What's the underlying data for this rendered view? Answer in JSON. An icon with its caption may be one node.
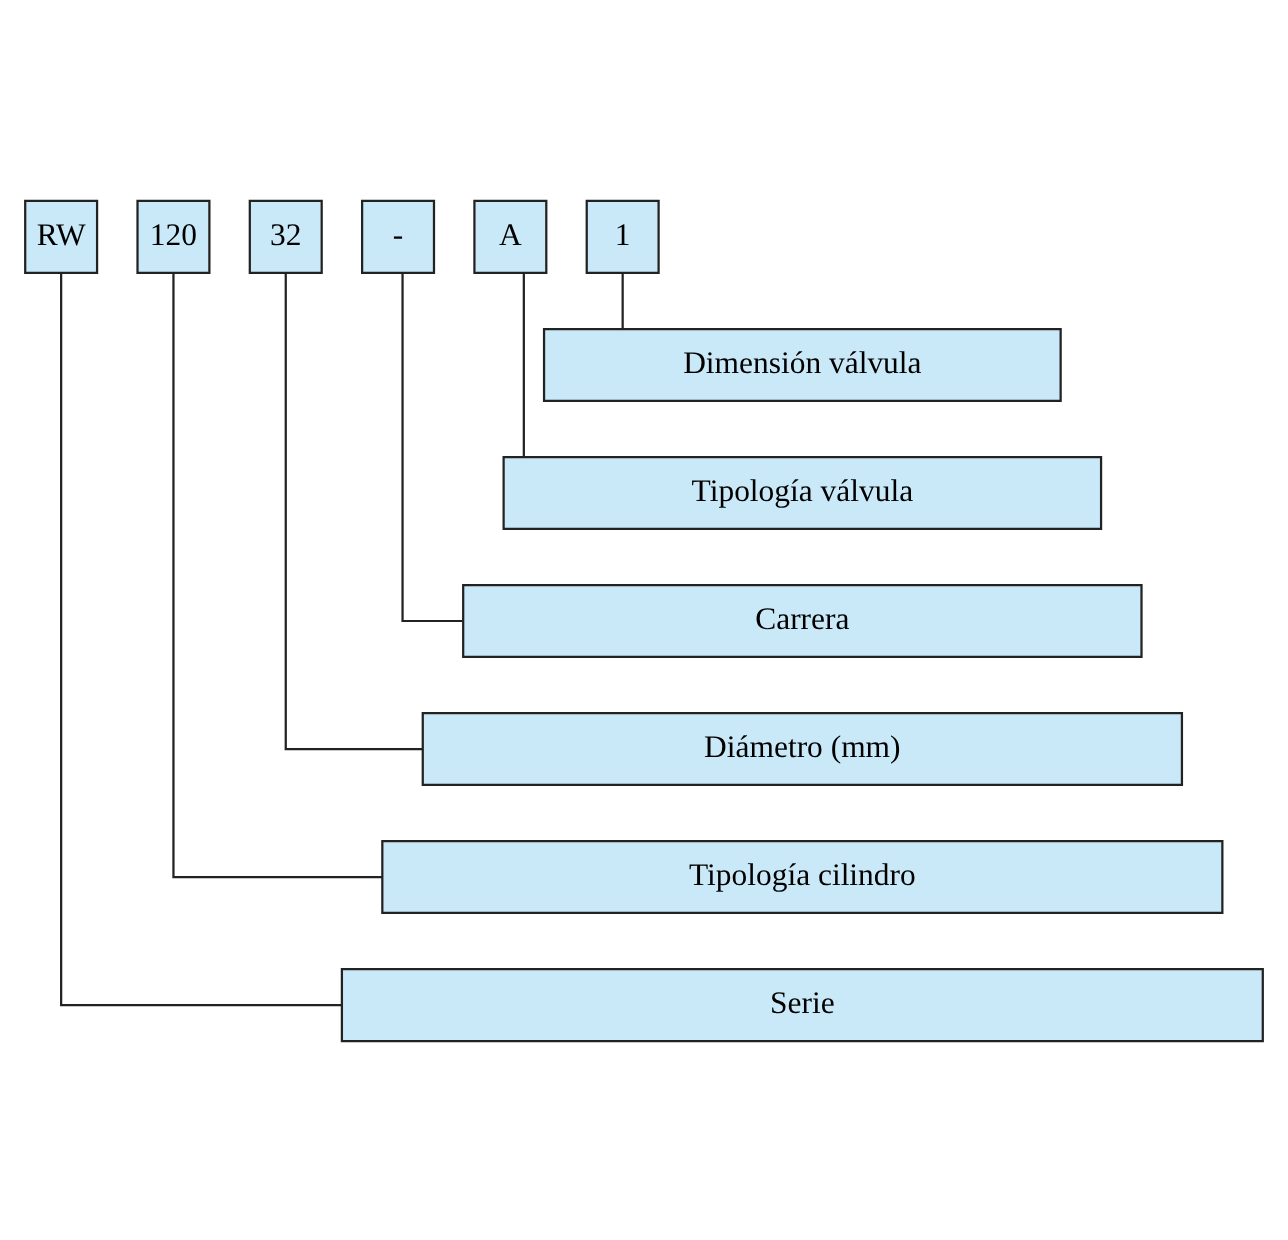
{
  "diagram": {
    "nodes": [
      {
        "text": [
          "RW"
        ]
      },
      {
        "text": [
          "120"
        ]
      },
      {
        "text": [
          "32"
        ]
      },
      {
        "text": [
          "-"
        ]
      },
      {
        "text": [
          "A"
        ]
      },
      {
        "text": [
          "1"
        ]
      },
      {
        "text": [
          "Dimensión válvula"
        ]
      },
      {
        "text": [
          "Tipología válvula"
        ]
      },
      {
        "text": [
          "Carrera"
        ]
      },
      {
        "text": [
          "Diámetro (mm)"
        ]
      },
      {
        "text": [
          "Tipología cilindro"
        ]
      },
      {
        "text": [
          "Serie"
        ]
      }
    ],
    "edges": [
      {
        "from": 5,
        "to": 6,
        "arrow": "none"
      },
      {
        "from": 4,
        "to": 7,
        "arrow": "none"
      },
      {
        "from": 3,
        "to": 8,
        "arrow": "none"
      },
      {
        "from": 2,
        "to": 9,
        "arrow": "none"
      },
      {
        "from": 1,
        "to": 10,
        "arrow": "none"
      },
      {
        "from": 0,
        "to": 11,
        "arrow": "none"
      }
    ]
  }
}
